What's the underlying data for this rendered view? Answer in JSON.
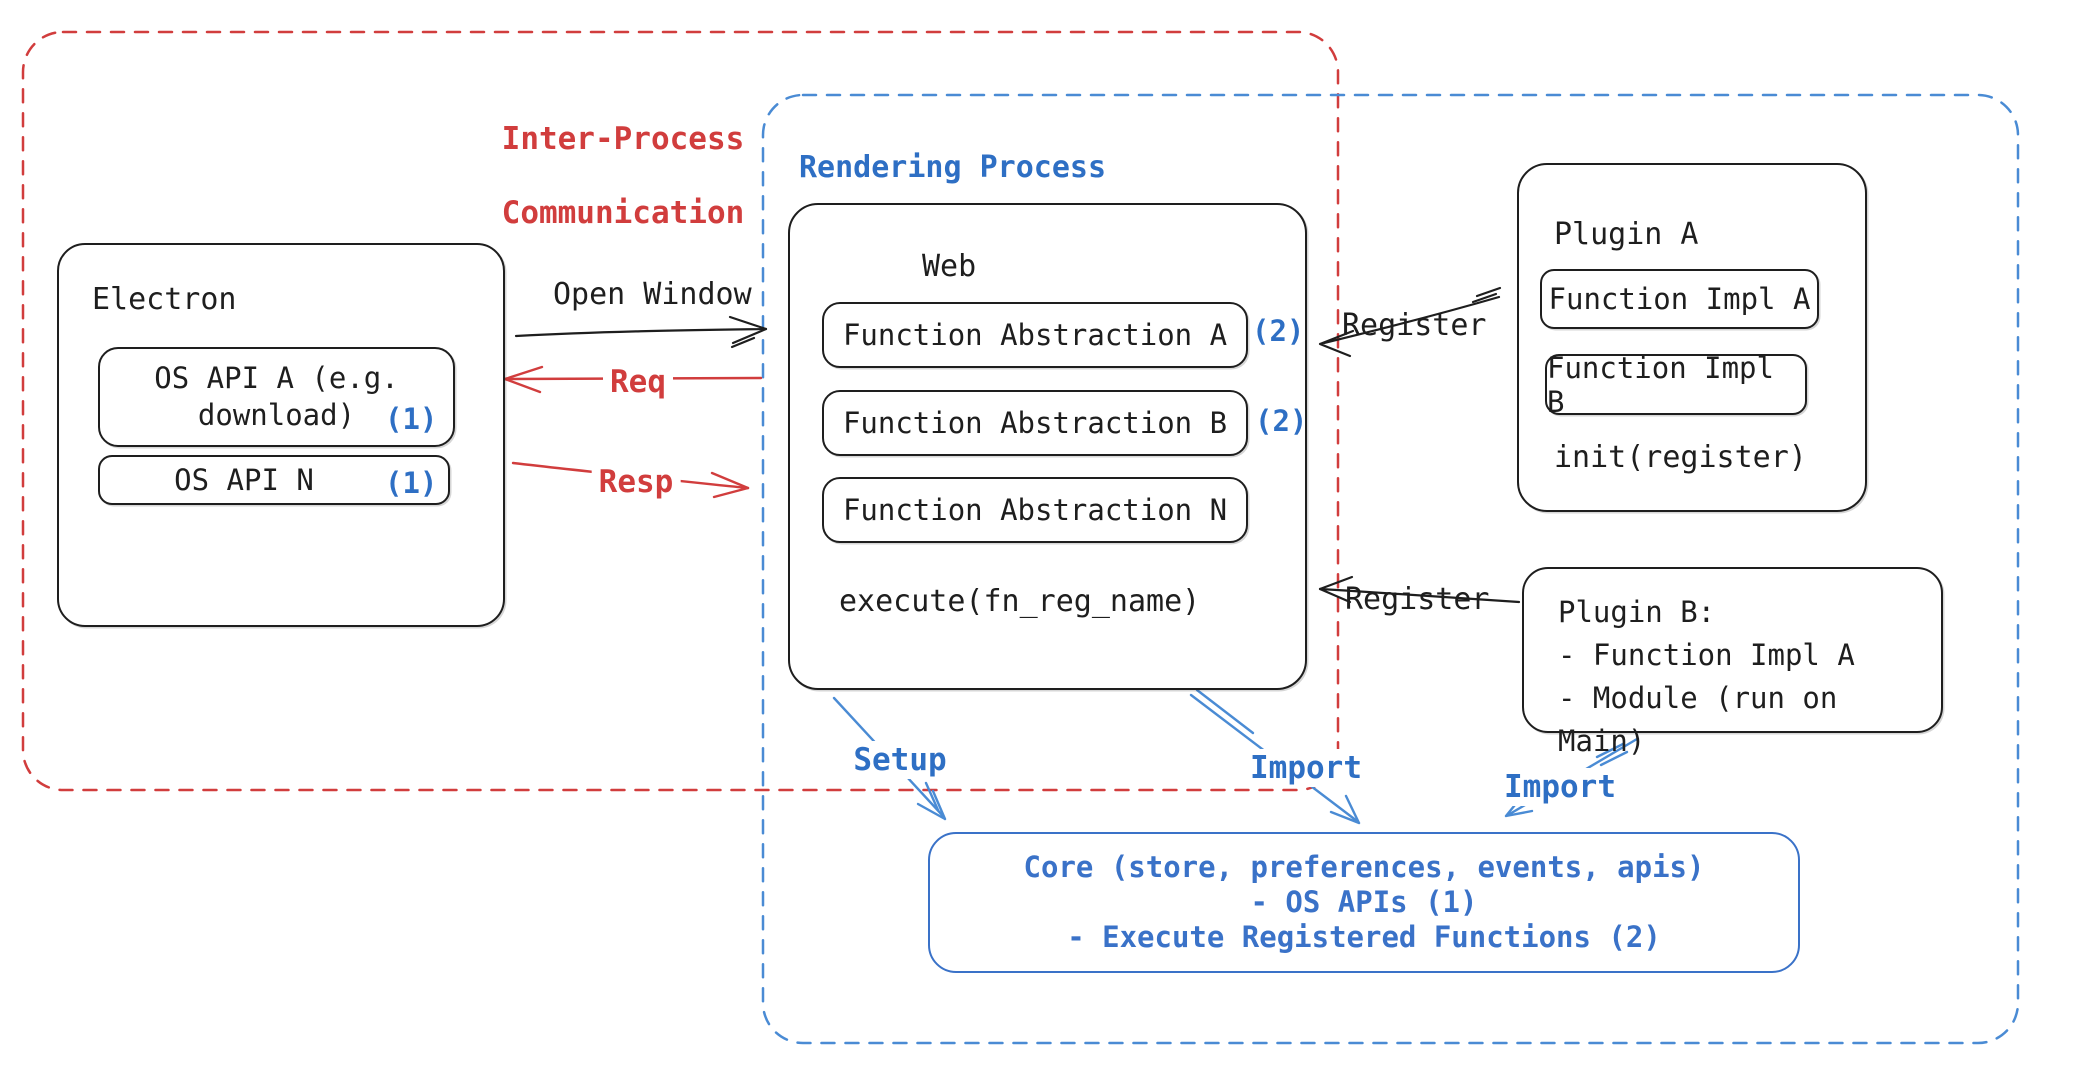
{
  "colors": {
    "ink_black": "#1e1e1e",
    "accent_red": "#d13d3d",
    "accent_blue": "#2e6fc4",
    "dashed_blue": "#4a8bd4",
    "core_blue": "#3a72c8",
    "background": "#ffffff"
  },
  "ipc": {
    "line1": "Inter-Process",
    "line2": "Communication"
  },
  "rendering_process": {
    "title": "Rendering Process"
  },
  "electron": {
    "title": "Electron",
    "os_api_a_line1": "OS API A (e.g.",
    "os_api_a_line2": "download)",
    "os_api_a_badge": "(1)",
    "os_api_n_label": "OS API N",
    "os_api_n_badge": "(1)"
  },
  "web": {
    "title": "Web",
    "abstractions": [
      {
        "label": "Function Abstraction A",
        "badge": "(2)"
      },
      {
        "label": "Function Abstraction B",
        "badge": "(2)"
      },
      {
        "label": "Function Abstraction N",
        "badge": ""
      }
    ],
    "execute_label": "execute(fn_reg_name)"
  },
  "plugin_a": {
    "title": "Plugin A",
    "impl_a": "Function Impl A",
    "impl_b": "Function Impl B",
    "init_label": "init(register)"
  },
  "plugin_b": {
    "lines": [
      "Plugin B:",
      "- Function Impl A",
      "- Module (run on Main)"
    ]
  },
  "core": {
    "lines": [
      "Core (store, preferences, events, apis)",
      "- OS APIs (1)",
      "- Execute Registered Functions (2)"
    ]
  },
  "arrows": {
    "open_window": "Open Window",
    "req": "Req",
    "resp": "Resp",
    "register_a": "Register",
    "register_b": "Register",
    "setup": "Setup",
    "import_web": "Import",
    "import_plugin": "Import"
  }
}
